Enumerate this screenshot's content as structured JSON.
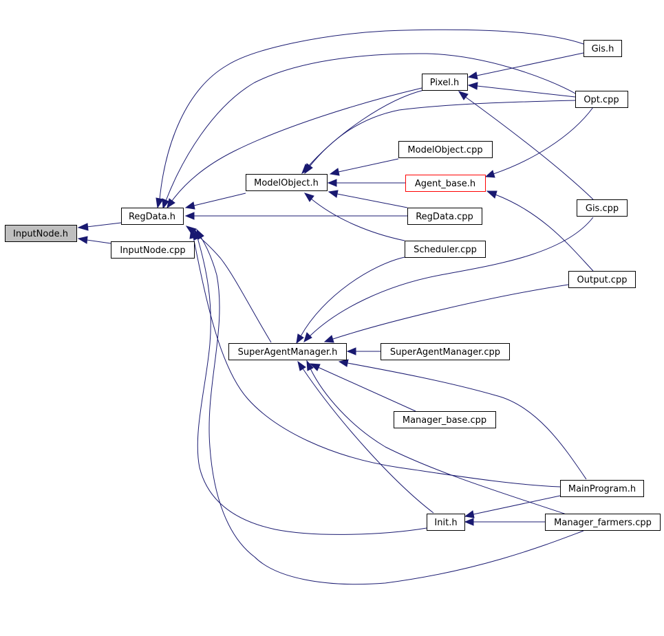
{
  "nodes": {
    "input_node_h": "InputNode.h",
    "regdata_h": "RegData.h",
    "inputnode_cpp": "InputNode.cpp",
    "modelobject_h": "ModelObject.h",
    "pixel_h": "Pixel.h",
    "gis_h": "Gis.h",
    "opt_cpp": "Opt.cpp",
    "modelobject_cpp": "ModelObject.cpp",
    "agent_base_h": "Agent_base.h",
    "regdata_cpp": "RegData.cpp",
    "gis_cpp": "Gis.cpp",
    "scheduler_cpp": "Scheduler.cpp",
    "output_cpp": "Output.cpp",
    "superagentmanager_h": "SuperAgentManager.h",
    "superagentmanager_cpp": "SuperAgentManager.cpp",
    "manager_base_cpp": "Manager_base.cpp",
    "mainprogram_h": "MainProgram.h",
    "init_h": "Init.h",
    "manager_farmers_cpp": "Manager_farmers.cpp"
  },
  "colors": {
    "edge": "#191970",
    "current_node_fill": "#bfbfbf",
    "highlight_border": "#ff0000"
  }
}
